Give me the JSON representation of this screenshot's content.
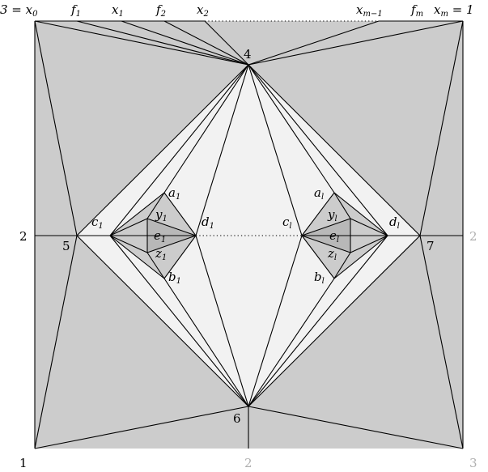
{
  "colors": {
    "dark": "#cccccc",
    "light": "#f2f2f2",
    "mid": "#b8b8b8",
    "edge": "#000000",
    "grey_label": "#b0b0b0"
  },
  "labels": {
    "top_x0": "3 = x",
    "top_x0_sub": "0",
    "top_f1": "f",
    "top_f1_sub": "1",
    "top_x1": "x",
    "top_x1_sub": "1",
    "top_f2": "f",
    "top_f2_sub": "2",
    "top_x2": "x",
    "top_x2_sub": "2",
    "top_xm1": "x",
    "top_xm1_sub": "m−1",
    "top_fm": "f",
    "top_fm_sub": "m",
    "top_xm": "x",
    "top_xm_sub": "m",
    "top_xm_eq": " = 1",
    "v4": "4",
    "v5": "5",
    "v6": "6",
    "v7": "7",
    "left_2": "2",
    "right_2": "2",
    "bottom_2": "2",
    "corner_1": "1",
    "corner_3": "3",
    "c1": "c",
    "c1_sub": "1",
    "d1": "d",
    "d1_sub": "1",
    "a1": "a",
    "a1_sub": "1",
    "b1": "b",
    "b1_sub": "1",
    "y1": "y",
    "y1_sub": "1",
    "e1": "e",
    "e1_sub": "1",
    "z1": "z",
    "z1_sub": "1",
    "cl": "c",
    "cl_sub": "l",
    "dl": "d",
    "dl_sub": "l",
    "al": "a",
    "al_sub": "l",
    "bl": "b",
    "bl_sub": "l",
    "yl": "y",
    "yl_sub": "l",
    "el": "e",
    "el_sub": "l",
    "zl": "z",
    "zl_sub": "l"
  }
}
